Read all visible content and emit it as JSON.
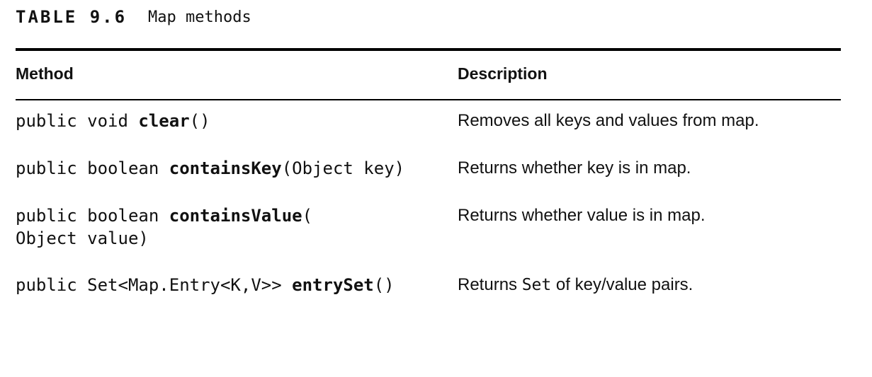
{
  "caption": {
    "number": "TABLE 9.6",
    "title": "Map methods"
  },
  "table": {
    "headers": {
      "method": "Method",
      "description": "Description"
    },
    "rows": [
      {
        "method_prefix": "public void ",
        "method_name": "clear",
        "method_suffix": "()",
        "method_line2": "",
        "description_before": "Removes all keys and values from map.",
        "description_code": "",
        "description_after": ""
      },
      {
        "method_prefix": "public boolean ",
        "method_name": "containsKey",
        "method_suffix": "(Object key)",
        "method_line2": "",
        "description_before": "Returns whether key is in map.",
        "description_code": "",
        "description_after": ""
      },
      {
        "method_prefix": "public boolean ",
        "method_name": "containsValue",
        "method_suffix": "(",
        "method_line2": "Object value)",
        "description_before": "Returns whether value is in map.",
        "description_code": "",
        "description_after": ""
      },
      {
        "method_prefix": "public Set<Map.Entry<K,V>> ",
        "method_name": "entrySet",
        "method_suffix": "()",
        "method_line2": "",
        "description_before": "Returns ",
        "description_code": "Set",
        "description_after": " of key/value pairs."
      }
    ]
  }
}
